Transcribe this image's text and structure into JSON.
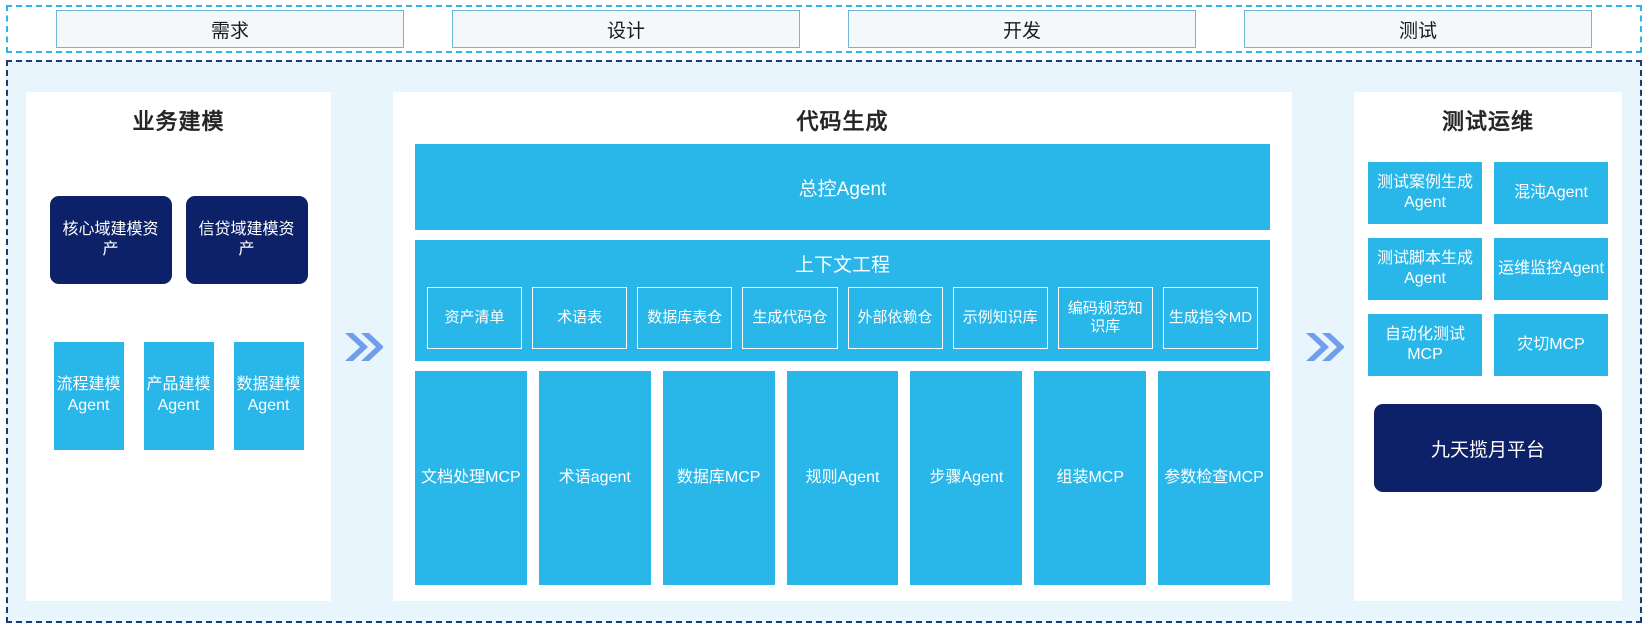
{
  "phases": {
    "items": [
      {
        "label": "需求"
      },
      {
        "label": "设计"
      },
      {
        "label": "开发"
      },
      {
        "label": "测试"
      }
    ]
  },
  "colors": {
    "cyan": "#29b6e8",
    "navy": "#0d2168",
    "arrow_blue": "#6f9eea",
    "panel_bg": "#e9f5fd",
    "phase_border": "#6fb8d6"
  },
  "left_panel": {
    "title": "业务建模",
    "assets": [
      {
        "label": "核心域建模资产"
      },
      {
        "label": "信贷域建模资产"
      }
    ],
    "agents": [
      {
        "label": "流程建模Agent"
      },
      {
        "label": "产品建模Agent"
      },
      {
        "label": "数据建模Agent"
      }
    ]
  },
  "arrows": {
    "left_to_center": "double-chevron-right",
    "center_to_right": "double-chevron-right"
  },
  "center_panel": {
    "title": "代码生成",
    "controller": {
      "label": "总控Agent"
    },
    "context": {
      "title": "上下文工程",
      "items": [
        {
          "label": "资产清单"
        },
        {
          "label": "术语表"
        },
        {
          "label": "数据库表仓"
        },
        {
          "label": "生成代码仓"
        },
        {
          "label": "外部依赖仓"
        },
        {
          "label": "示例知识库"
        },
        {
          "label": "编码规范知识库"
        },
        {
          "label": "生成指令MD"
        }
      ]
    },
    "tools": [
      {
        "label": "文档处理MCP"
      },
      {
        "label": "术语agent"
      },
      {
        "label": "数据库MCP"
      },
      {
        "label": "规则Agent"
      },
      {
        "label": "步骤Agent"
      },
      {
        "label": "组装MCP"
      },
      {
        "label": "参数检查MCP"
      }
    ]
  },
  "right_panel": {
    "title": "测试运维",
    "items": [
      {
        "label": "测试案例生成Agent"
      },
      {
        "label": "混沌Agent"
      },
      {
        "label": "测试脚本生成Agent"
      },
      {
        "label": "运维监控Agent"
      },
      {
        "label": "自动化测试MCP"
      },
      {
        "label": "灾切MCP"
      }
    ],
    "platform": {
      "label": "九天揽月平台"
    }
  }
}
